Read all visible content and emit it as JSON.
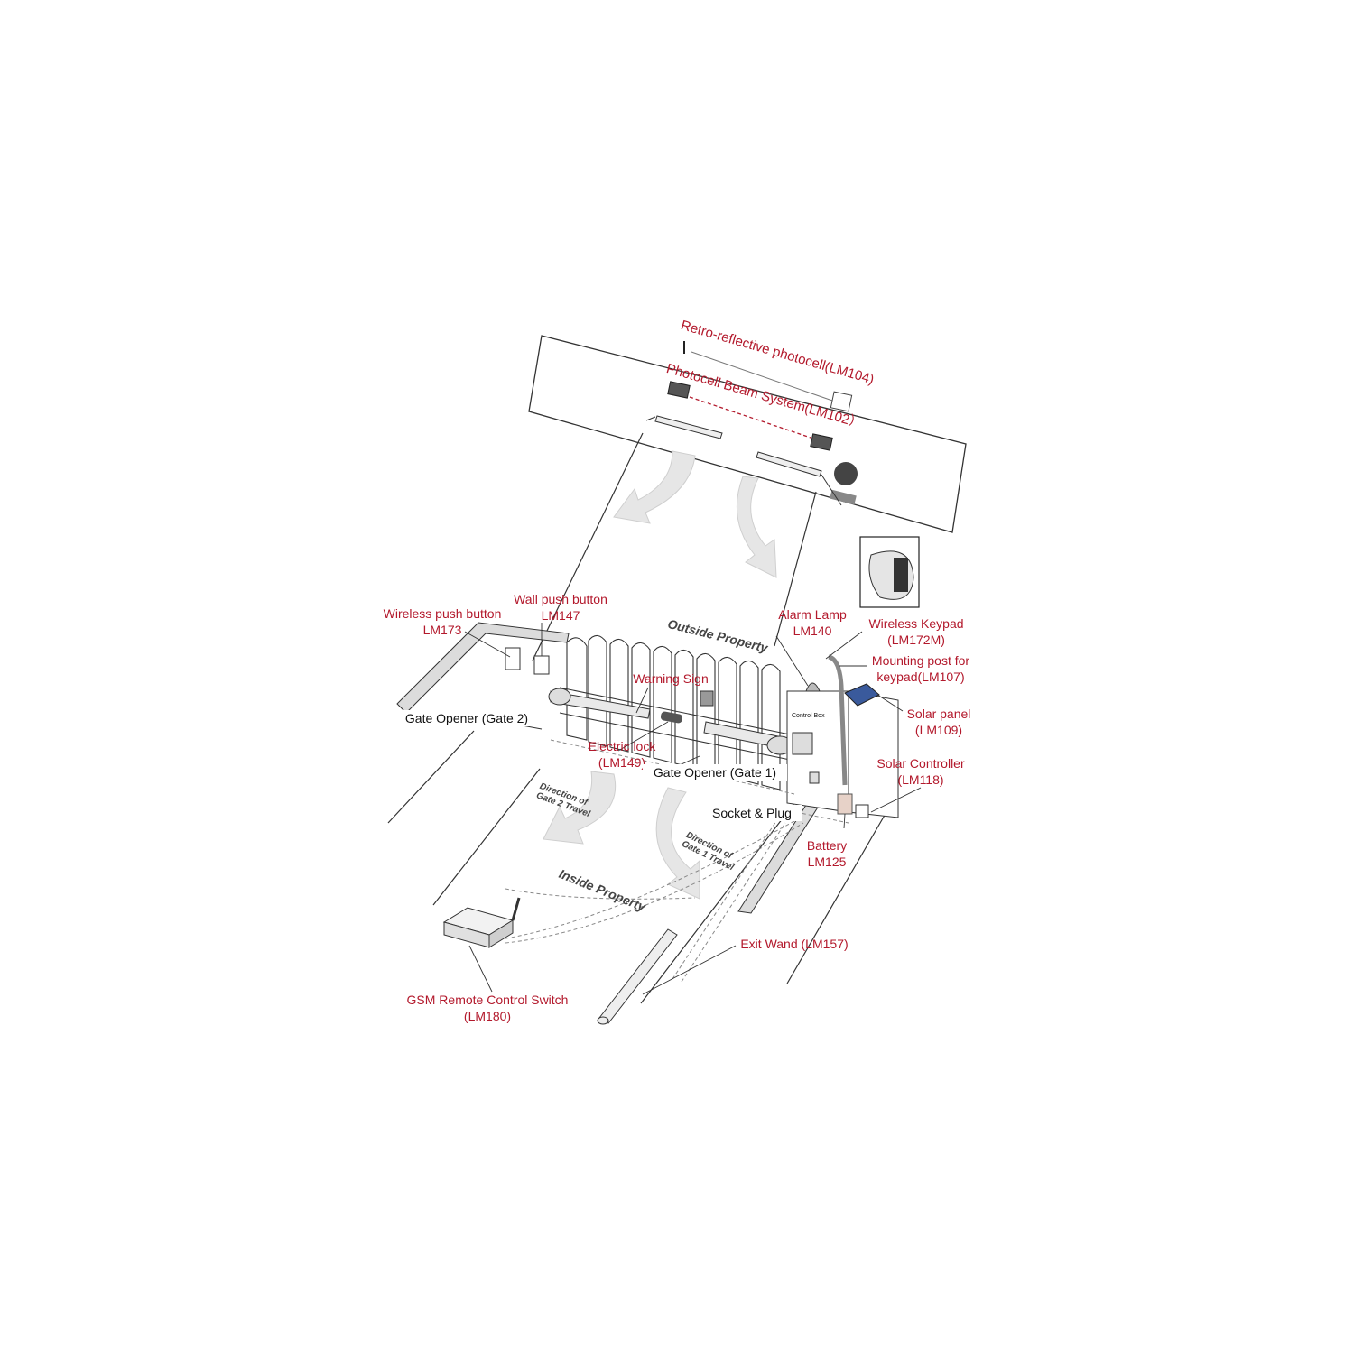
{
  "labels": {
    "retro_photocell": "Retro-reflective photocell(LM104)",
    "photocell_beam": "Photocell Beam System(LM102）",
    "wireless_push_button": [
      "Wireless push button",
      "LM173"
    ],
    "wall_push_button": [
      "Wall push button",
      "LM147"
    ],
    "alarm_lamp": [
      "Alarm Lamp",
      "LM140"
    ],
    "wireless_keypad": [
      "Wireless Keypad",
      "(LM172M)"
    ],
    "mounting_post": [
      "Mounting post for",
      "keypad(LM107)"
    ],
    "warning_sign": "Warning Sign",
    "solar_panel": [
      "Solar panel",
      "(LM109)"
    ],
    "solar_controller": [
      "Solar Controller",
      "(LM118)"
    ],
    "gate_opener_2": "Gate Opener (Gate 2)",
    "gate_opener_1": "Gate Opener (Gate 1)",
    "electric_lock": [
      "Electric lock",
      "(LM149)"
    ],
    "socket_plug": "Socket & Plug",
    "battery": [
      "Battery",
      "LM125"
    ],
    "exit_wand": "Exit Wand (LM157)",
    "gsm_switch": [
      "GSM Remote Control Switch",
      "(LM180)"
    ],
    "control_box": "Control Box"
  },
  "areas": {
    "outside": "Outside Property",
    "inside": "Inside Property",
    "gate2_dir": [
      "Direction of",
      "Gate 2 Travel"
    ],
    "gate1_dir": [
      "Direction of",
      "Gate 1 Travel"
    ]
  },
  "colors": {
    "label_red": "#b3192c",
    "label_black": "#111111",
    "line": "#333333"
  }
}
